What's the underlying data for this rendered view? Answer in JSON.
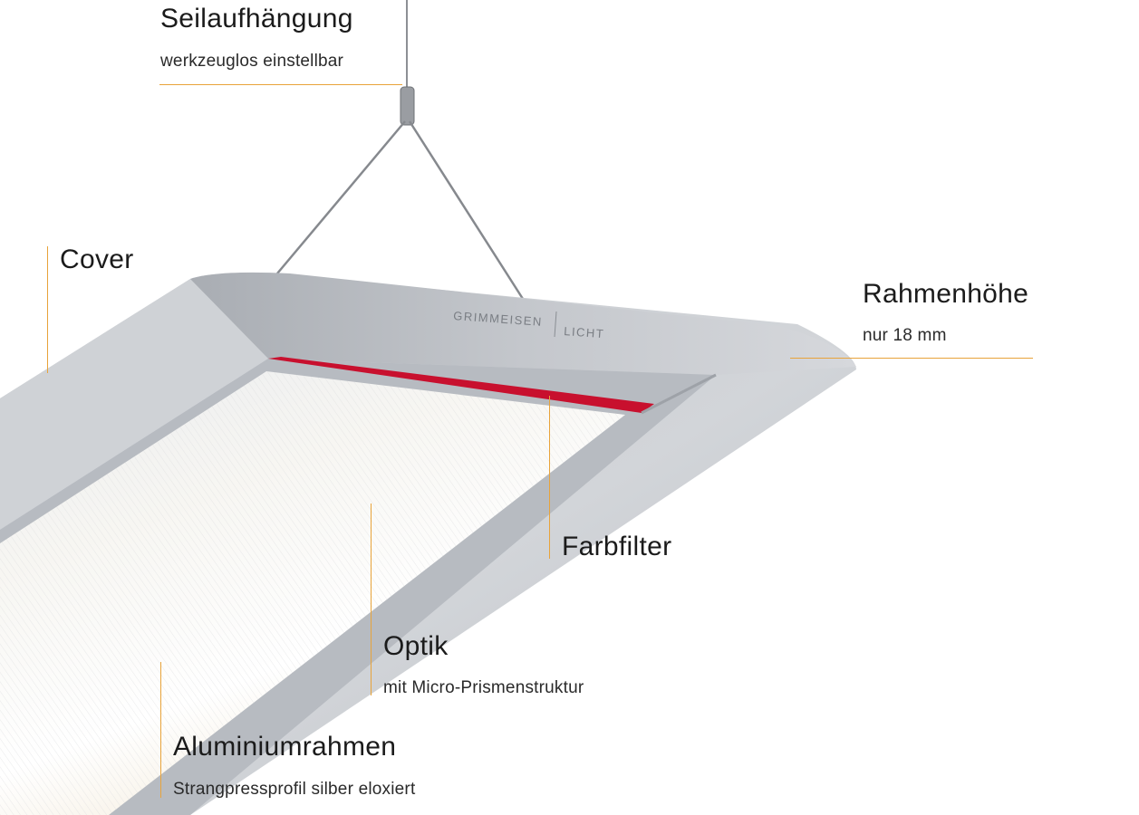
{
  "brand": {
    "name": "GRIMMEISEN",
    "suffix": "LICHT"
  },
  "callouts": {
    "suspension": {
      "title": "Seilaufhängung",
      "subtitle": "werkzeuglos einstellbar"
    },
    "cover": {
      "title": "Cover"
    },
    "frame_height": {
      "title": "Rahmenhöhe",
      "subtitle": "nur 18 mm"
    },
    "color_filter": {
      "title": "Farbfilter"
    },
    "optics": {
      "title": "Optik",
      "subtitle": "mit Micro-Prismenstruktur"
    },
    "frame": {
      "title": "Aluminiumrahmen",
      "subtitle": "Strangpressprofil silber eloxiert"
    }
  },
  "colors": {
    "accent_line": "#e8a33a",
    "filter_red": "#c8102e",
    "housing": "#c9cbd0"
  }
}
